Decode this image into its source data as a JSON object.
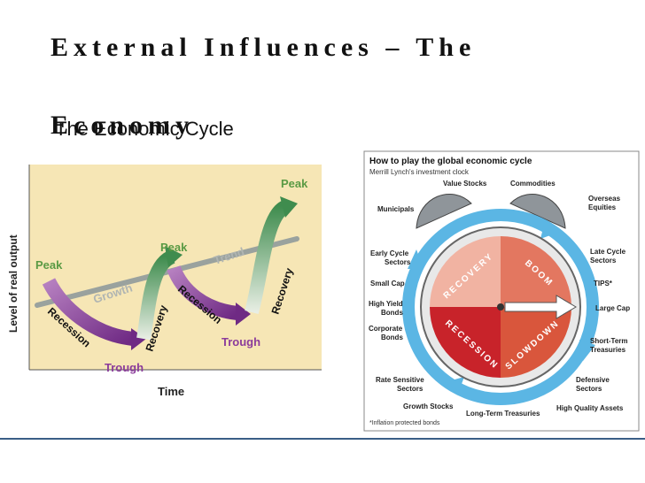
{
  "slide": {
    "title": "External Influences – The Economy",
    "subtitle": "The Economic Cycle"
  },
  "left_diagram": {
    "y_axis_label": "Level of real output",
    "x_axis_label": "Time",
    "labels": {
      "peak_1": "Peak",
      "peak_2": "Peak",
      "peak_3": "Peak",
      "growth": "Growth",
      "trend": "Trend",
      "recession_1": "Recession",
      "recession_2": "Recession",
      "recovery_1": "Recovery",
      "recovery_2": "Recovery",
      "trough_1": "Trough",
      "trough_2": "Trough"
    },
    "colors": {
      "background": "#f6e6b5",
      "recession": "#8b3b9b",
      "recovery": "#3f8c4e",
      "trend": "#9aa29e"
    }
  },
  "clock_diagram": {
    "title": "How to play the global economic cycle",
    "subtitle": "Merrill Lynch's investment clock",
    "quadrants": {
      "top_left": "RECOVERY",
      "top_right": "BOOM",
      "bottom_left": "RECESSION",
      "bottom_right": "SLOWDOWN"
    },
    "labels": {
      "value_stocks": "Value Stocks",
      "commodities": "Commodities",
      "municipals": "Municipals",
      "overseas_equities_1": "Overseas",
      "overseas_equities_2": "Equities",
      "early_cycle_1": "Early Cycle",
      "early_cycle_2": "Sectors",
      "late_cycle_1": "Late Cycle",
      "late_cycle_2": "Sectors",
      "small_cap": "Small Cap",
      "tips": "TIPS*",
      "high_yield_1": "High Yield",
      "high_yield_2": "Bonds",
      "large_cap": "Large Cap",
      "corporate_1": "Corporate",
      "corporate_2": "Bonds",
      "short_term_1": "Short-Term",
      "short_term_2": "Treasuries",
      "rate_sensitive_1": "Rate Sensitive",
      "rate_sensitive_2": "Sectors",
      "defensive_1": "Defensive",
      "defensive_2": "Sectors",
      "growth_stocks": "Growth Stocks",
      "long_term_treasuries": "Long-Term Treasuries",
      "high_quality": "High Quality Assets",
      "footnote": "*Inflation protected bonds"
    },
    "colors": {
      "recovery": "#f1b3a2",
      "boom": "#e37760",
      "recession": "#c8232a",
      "slowdown": "#d9563c",
      "arrows": "#5bb6e4"
    }
  }
}
